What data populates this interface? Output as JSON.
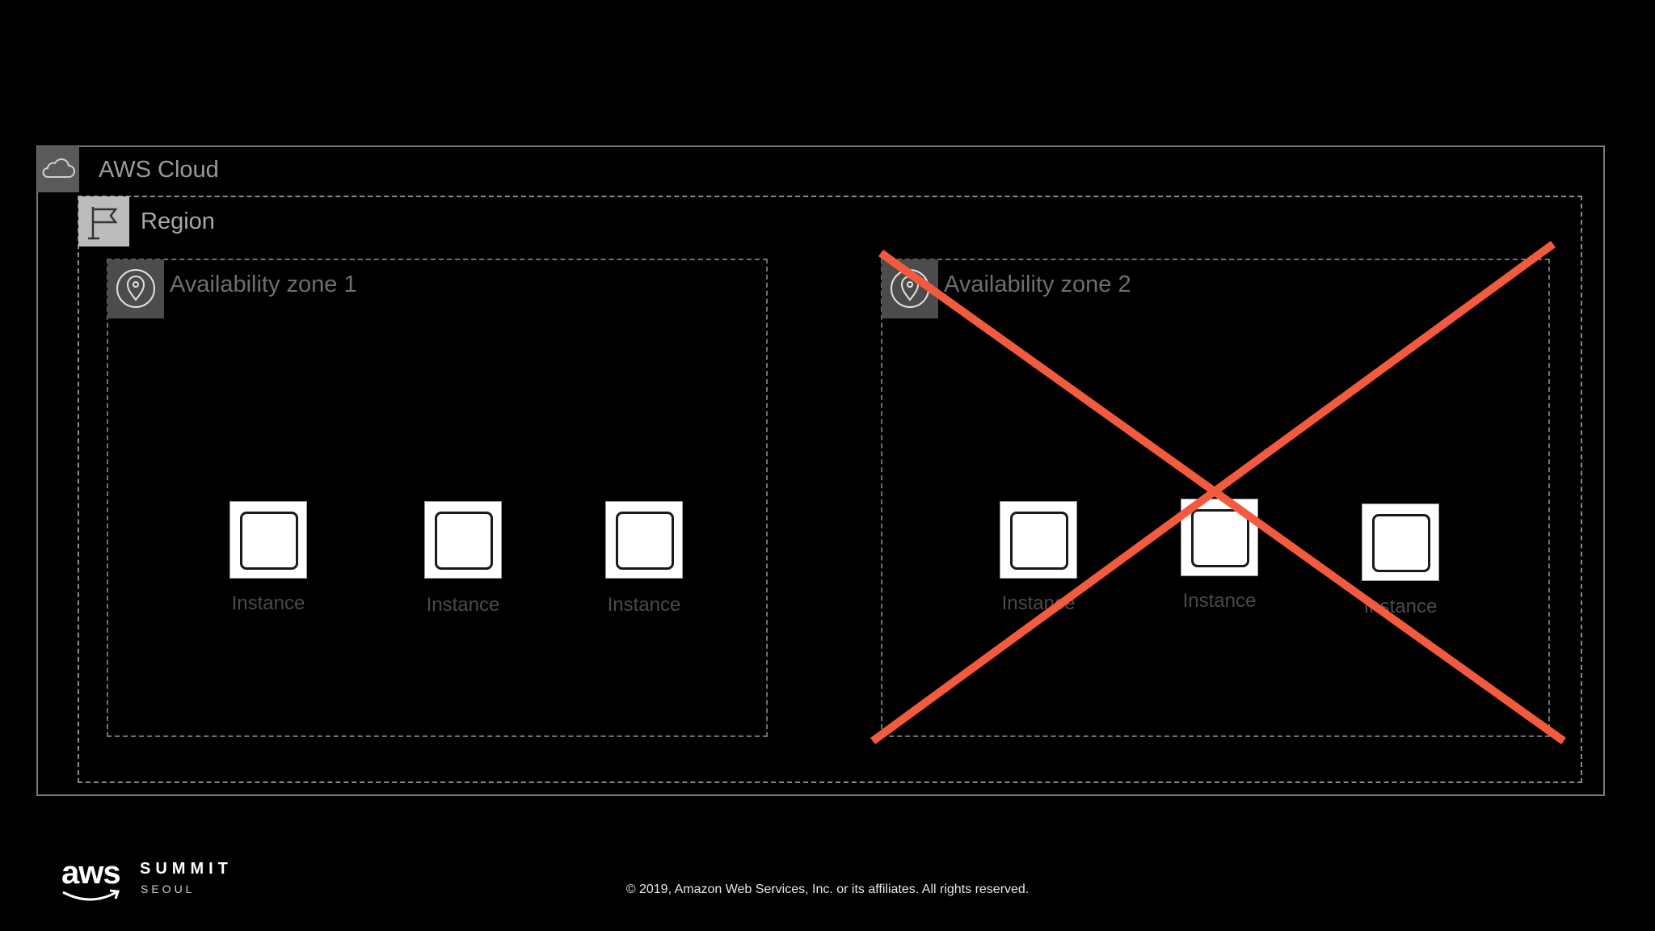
{
  "cloud": {
    "label": "AWS Cloud",
    "icon": "cloud-icon"
  },
  "region": {
    "label": "Region",
    "icon": "flag-icon"
  },
  "zones": [
    {
      "label": "Availability zone 1",
      "icon": "location-pin-icon",
      "instances": [
        "Instance",
        "Instance",
        "Instance"
      ]
    },
    {
      "label": "Availability zone 2",
      "icon": "location-pin-icon",
      "instances": [
        "Instance",
        "Instance",
        "Instance"
      ],
      "status": "failed",
      "overlay": "red-x"
    }
  ],
  "footer": {
    "brand": "aws",
    "event": "SUMMIT",
    "city": "SEOUL",
    "copyright": "© 2019, Amazon Web Services, Inc. or its affiliates. All rights reserved."
  },
  "colors": {
    "background": "#000000",
    "failure_x": "#f45a3d"
  }
}
